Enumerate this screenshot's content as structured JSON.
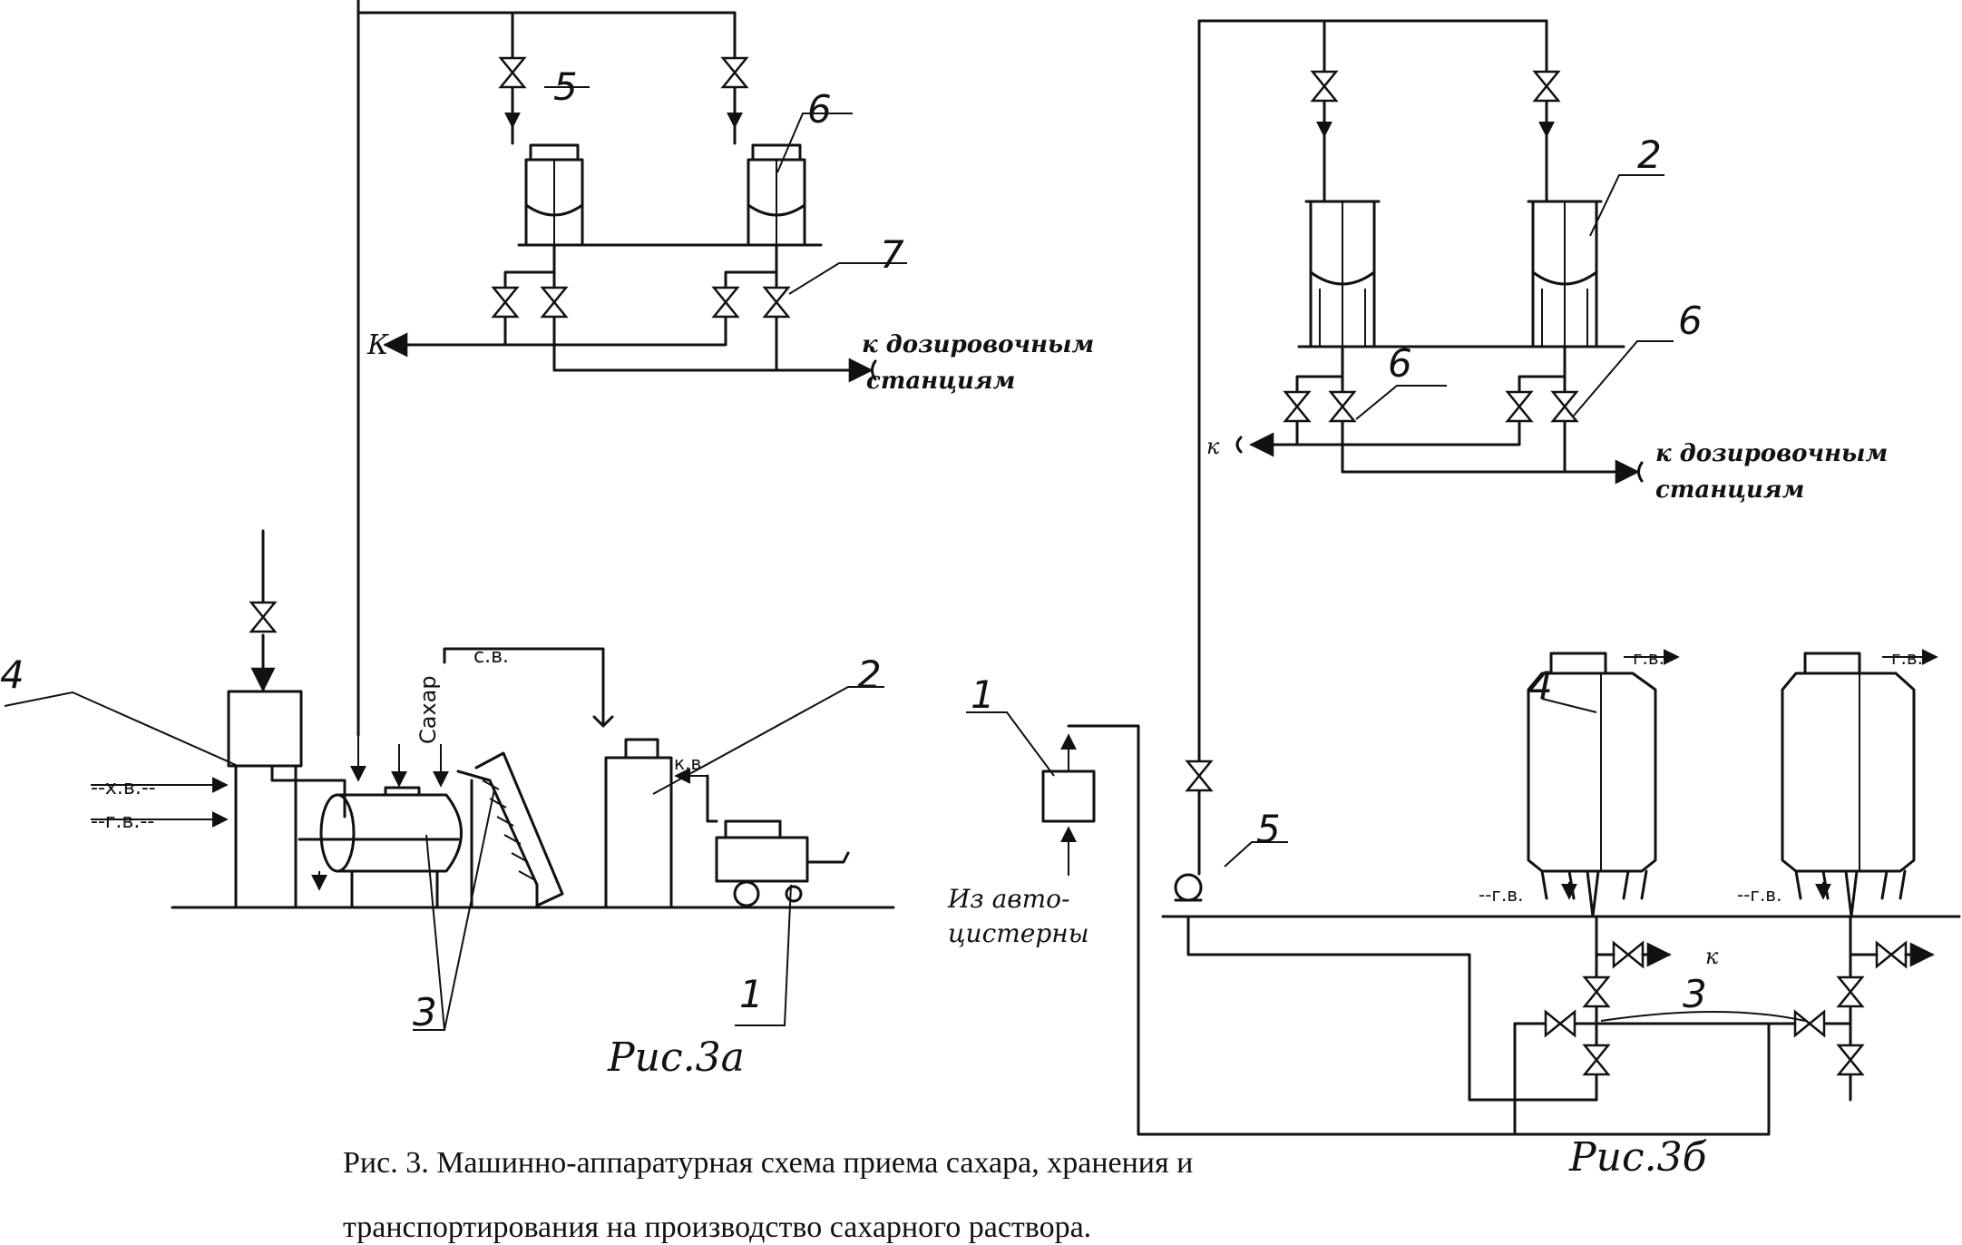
{
  "caption": {
    "line1": "Рис. 3. Машинно-аппаратурная схема приема сахара, хранения и",
    "line2": "транспортирования на производство сахарного раствора."
  },
  "fig_a": {
    "figure_label": "Рис.3а",
    "to_stations": {
      "line1": "к дозировочным",
      "line2": "станциям"
    },
    "k_arrow": "К",
    "sugar": "Сахар",
    "cold_water": "--х.в.--",
    "hot_water": "--г.в.--",
    "sv": "с.в.",
    "kv": "к.в",
    "numbers": [
      "1",
      "2",
      "3",
      "4",
      "5",
      "6",
      "7"
    ]
  },
  "fig_b": {
    "figure_label": "Рис.3б",
    "to_stations": {
      "line1": "к дозировочным",
      "line2": "станциям"
    },
    "k_arrow": "к",
    "k_arrow_bottom": "к",
    "from_truck": {
      "line1": "Из авто-",
      "line2": "цистерны"
    },
    "hot_water": "г.в.",
    "hot_water_bottom": "--г.в.",
    "numbers": [
      "1",
      "2",
      "3",
      "4",
      "5",
      "6",
      "6"
    ]
  }
}
